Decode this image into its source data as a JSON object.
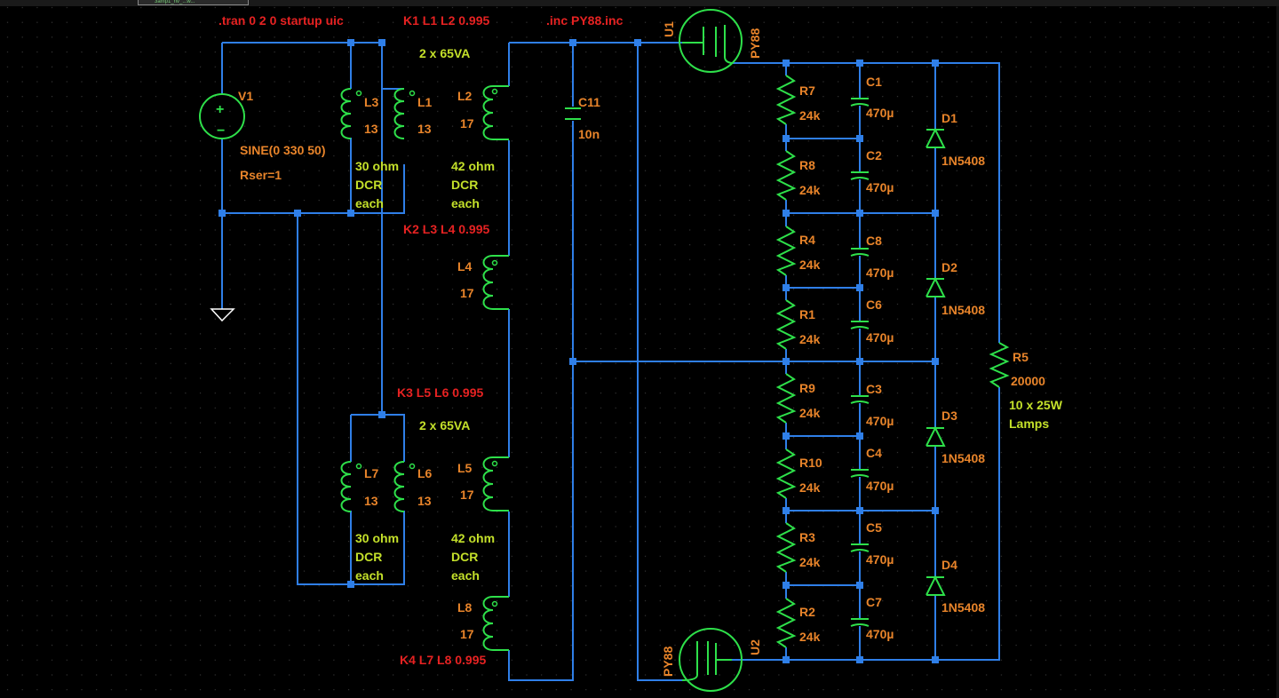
{
  "window": {
    "tab_title": "3amp1_hv_...w..."
  },
  "colors": {
    "background": "#000000",
    "wire": "#2f7fe8",
    "component": "#2ee04a",
    "component_label": "#e8842a",
    "value_label": "#c4e02a",
    "directive": "#e62222"
  },
  "directives": {
    "tran": ".tran 0 2 0 startup uic",
    "inc": ".inc PY88.inc",
    "k1": "K1 L1 L2 0.995",
    "k2": "K2 L3 L4 0.995",
    "k3": "K3 L5 L6 0.995",
    "k4": "K4 L7 L8 0.995"
  },
  "notes": {
    "transformer_rating": "2 x 65VA",
    "primary_dcr": [
      "30 ohm",
      "DCR",
      "each"
    ],
    "secondary_dcr": [
      "42 ohm",
      "DCR",
      "each"
    ],
    "load_desc": [
      "10 x 25W",
      "Lamps"
    ]
  },
  "source": {
    "name": "V1",
    "value": "SINE(0 330 50)",
    "rser": "Rser=1",
    "plus": "+",
    "minus": "−"
  },
  "inductors": [
    {
      "name": "L3",
      "value": "13"
    },
    {
      "name": "L1",
      "value": "13"
    },
    {
      "name": "L2",
      "value": "17"
    },
    {
      "name": "L4",
      "value": "17"
    },
    {
      "name": "L7",
      "value": "13"
    },
    {
      "name": "L6",
      "value": "13"
    },
    {
      "name": "L5",
      "value": "17"
    },
    {
      "name": "L8",
      "value": "17"
    }
  ],
  "capacitors": [
    {
      "name": "C11",
      "value": "10n"
    },
    {
      "name": "C1",
      "value": "470µ"
    },
    {
      "name": "C2",
      "value": "470µ"
    },
    {
      "name": "C8",
      "value": "470µ"
    },
    {
      "name": "C6",
      "value": "470µ"
    },
    {
      "name": "C3",
      "value": "470µ"
    },
    {
      "name": "C4",
      "value": "470µ"
    },
    {
      "name": "C5",
      "value": "470µ"
    },
    {
      "name": "C7",
      "value": "470µ"
    }
  ],
  "resistors": [
    {
      "name": "R7",
      "value": "24k"
    },
    {
      "name": "R8",
      "value": "24k"
    },
    {
      "name": "R4",
      "value": "24k"
    },
    {
      "name": "R1",
      "value": "24k"
    },
    {
      "name": "R9",
      "value": "24k"
    },
    {
      "name": "R10",
      "value": "24k"
    },
    {
      "name": "R3",
      "value": "24k"
    },
    {
      "name": "R2",
      "value": "24k"
    },
    {
      "name": "R5",
      "value": "20000"
    }
  ],
  "diodes": [
    {
      "name": "D1",
      "value": "1N5408"
    },
    {
      "name": "D2",
      "value": "1N5408"
    },
    {
      "name": "D3",
      "value": "1N5408"
    },
    {
      "name": "D4",
      "value": "1N5408"
    }
  ],
  "tubes": [
    {
      "name": "U1",
      "value": "PY88"
    },
    {
      "name": "U2",
      "value": "PY88"
    }
  ]
}
